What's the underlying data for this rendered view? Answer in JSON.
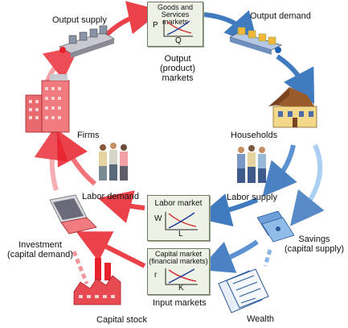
{
  "diagram": {
    "labels": {
      "output_supply": "Output supply",
      "output_demand": "Output demand",
      "output_markets": "Output\n(product) markets",
      "firms": "Firms",
      "households": "Households",
      "labor_demand": "Labor demand",
      "labor_supply": "Labor supply",
      "investment": "Investment\n(capital demand)",
      "savings": "Savings\n(capital supply)",
      "input_markets": "Input markets",
      "capital_stock": "Capital stock",
      "wealth": "Wealth"
    },
    "markets": {
      "goods": {
        "title": "Goods and Services\nmarkets",
        "y_axis": "P",
        "x_axis": "Q"
      },
      "labor": {
        "title": "Labor market",
        "y_axis": "W",
        "x_axis": "L"
      },
      "capital": {
        "title": "Capital market\n(financial markets)",
        "y_axis": "r",
        "x_axis": "K"
      }
    },
    "colors": {
      "red_flow": "#e8212c",
      "blue_flow": "#1f63b5",
      "demand_curve": "#d12a2a",
      "supply_curve": "#1e3a9a"
    },
    "icons": {
      "firms": "office-building-icon",
      "households": "house-icon",
      "workers": "people-icon",
      "computer": "laptop-icon",
      "factory": "factory-icon",
      "money": "money-icon",
      "wealth": "documents-icon",
      "conveyor": "conveyor-belt-icon"
    }
  }
}
